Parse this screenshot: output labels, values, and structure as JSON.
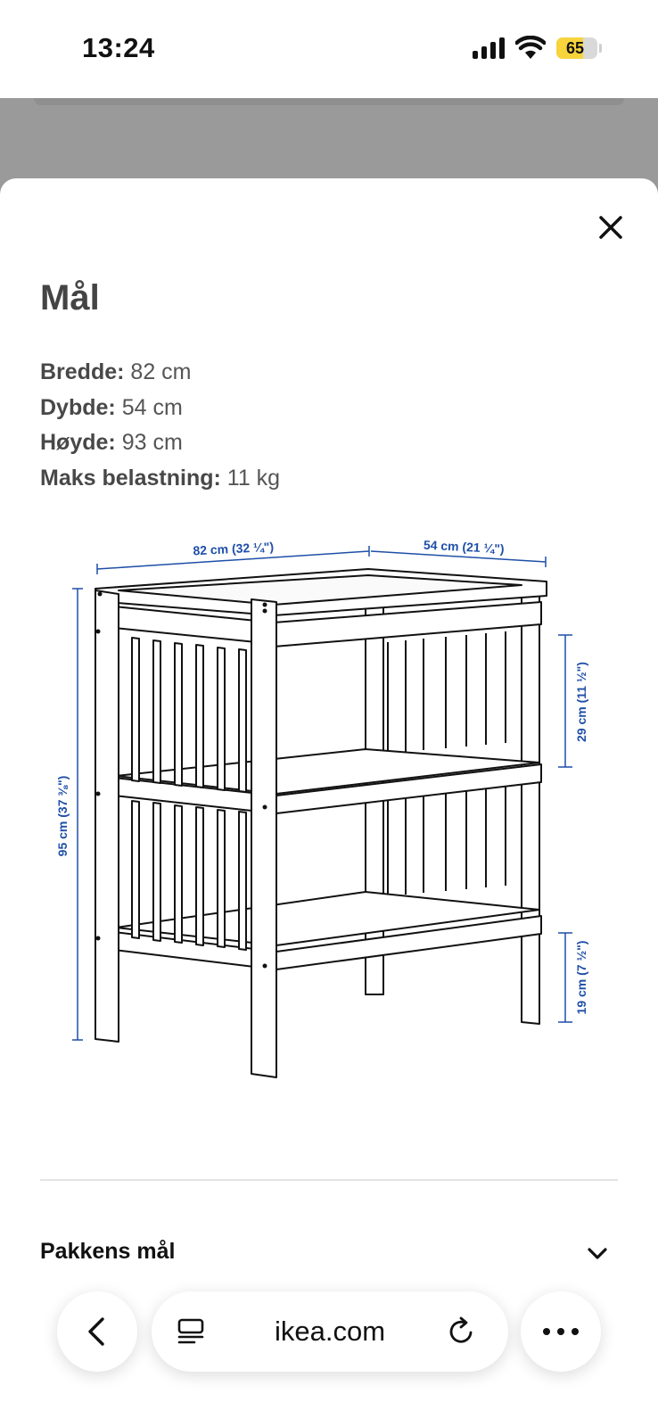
{
  "status": {
    "time": "13:24",
    "battery": "65",
    "battery_level": 0.65
  },
  "sheet": {
    "title": "Mål",
    "specs": [
      {
        "label": "Bredde:",
        "value": "82 cm"
      },
      {
        "label": "Dybde:",
        "value": "54 cm"
      },
      {
        "label": "Høyde:",
        "value": "93 cm"
      },
      {
        "label": "Maks belastning:",
        "value": "11 kg"
      }
    ],
    "diagram": {
      "width_label": "82 cm (32 ¼\")",
      "depth_label": "54 cm (21 ¼\")",
      "height_label": "95 cm (37 ⅜\")",
      "shelf_gap_label": "29 cm (11 ½\")",
      "bottom_clearance_label": "19 cm (7 ½\")",
      "dimension_color": "#1f4fa8"
    },
    "section": {
      "title": "Pakkens mål"
    }
  },
  "browser": {
    "url": "ikea.com",
    "icons": [
      "chevron-left-icon",
      "reader-icon",
      "reload-icon",
      "more-icon"
    ]
  }
}
